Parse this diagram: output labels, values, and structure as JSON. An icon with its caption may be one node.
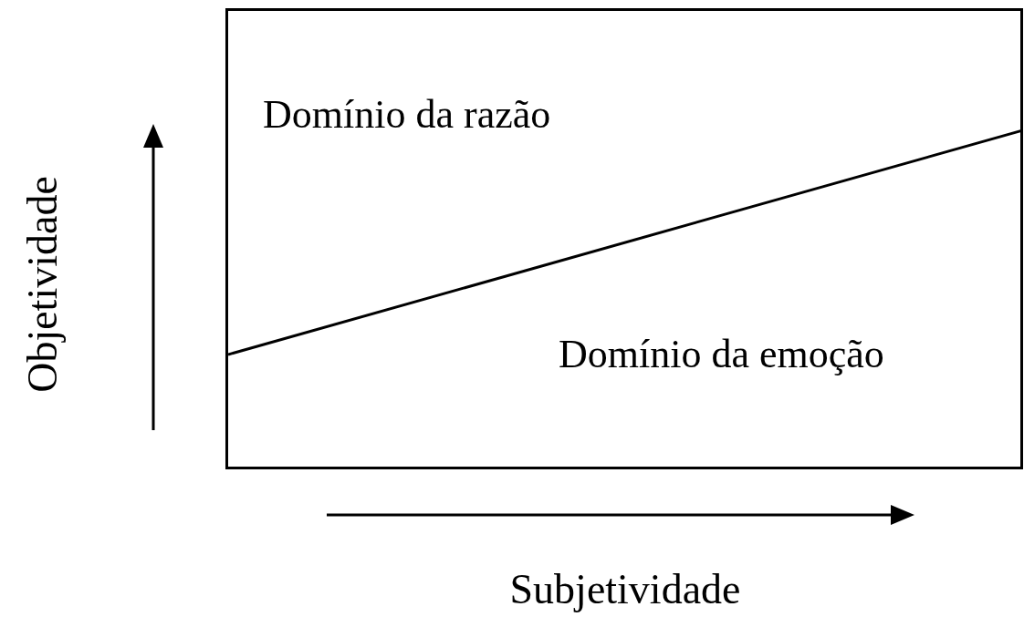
{
  "diagram": {
    "nodes": [
      {
        "text": [
          "Domínio da razão",
          "Domínio da emoção"
        ]
      }
    ],
    "labels": [
      "Objetividade",
      "Subjetividade"
    ]
  }
}
